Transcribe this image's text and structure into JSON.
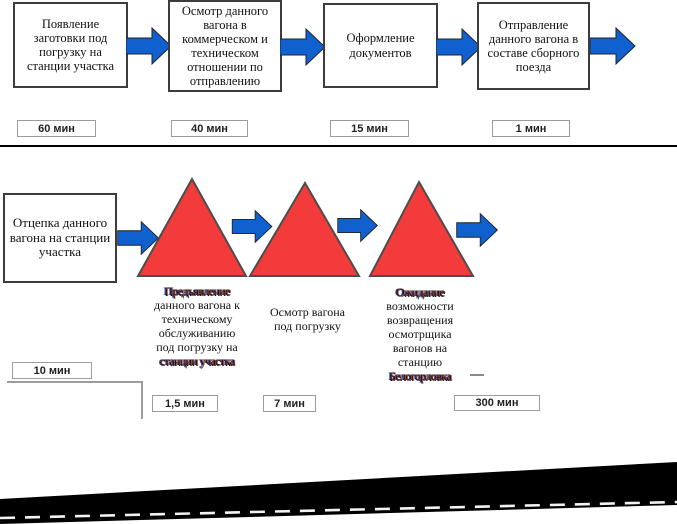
{
  "colors": {
    "arrow_blue": "#1160d0",
    "arrow_edge": "#222222",
    "triangle_red": "#f23b3a",
    "triangle_edge": "#4d4d4d",
    "bracket_gray": "#9c9c9c",
    "band_black": "#000000",
    "dash_white": "#f2f2f2"
  },
  "row1": {
    "boxes": [
      {
        "label": "Появление заготовки под погрузку на станции участка"
      },
      {
        "label": "Осмотр данного вагона в коммерческом и техническом отношении по отправлению"
      },
      {
        "label": "Оформление документов"
      },
      {
        "label": "Отправление данного вагона в составе сборного поезда"
      }
    ],
    "times": [
      {
        "label": "60 мин"
      },
      {
        "label": "40 мин"
      },
      {
        "label": "15 мин"
      },
      {
        "label": "1 мин"
      }
    ]
  },
  "row2": {
    "box": {
      "label": "Отцепка данного вагона на станции участка"
    },
    "triangle_labels": [
      {
        "lines": [
          "Предъявление",
          "данного вагона к",
          "техническому",
          "обслуживанию",
          "под погрузку на",
          "станции участка"
        ]
      },
      {
        "lines": [
          "Осмотр вагона",
          "под погрузку"
        ]
      },
      {
        "lines": [
          "Ожидание",
          "возможности",
          "возвращения",
          "осмотрщика",
          "вагонов на",
          "станцию",
          "Белогорловка"
        ]
      }
    ],
    "times": [
      {
        "label": "10 мин"
      },
      {
        "label": "1,5 мин"
      },
      {
        "label": "7 мин"
      },
      {
        "label": "300 мин"
      }
    ]
  }
}
